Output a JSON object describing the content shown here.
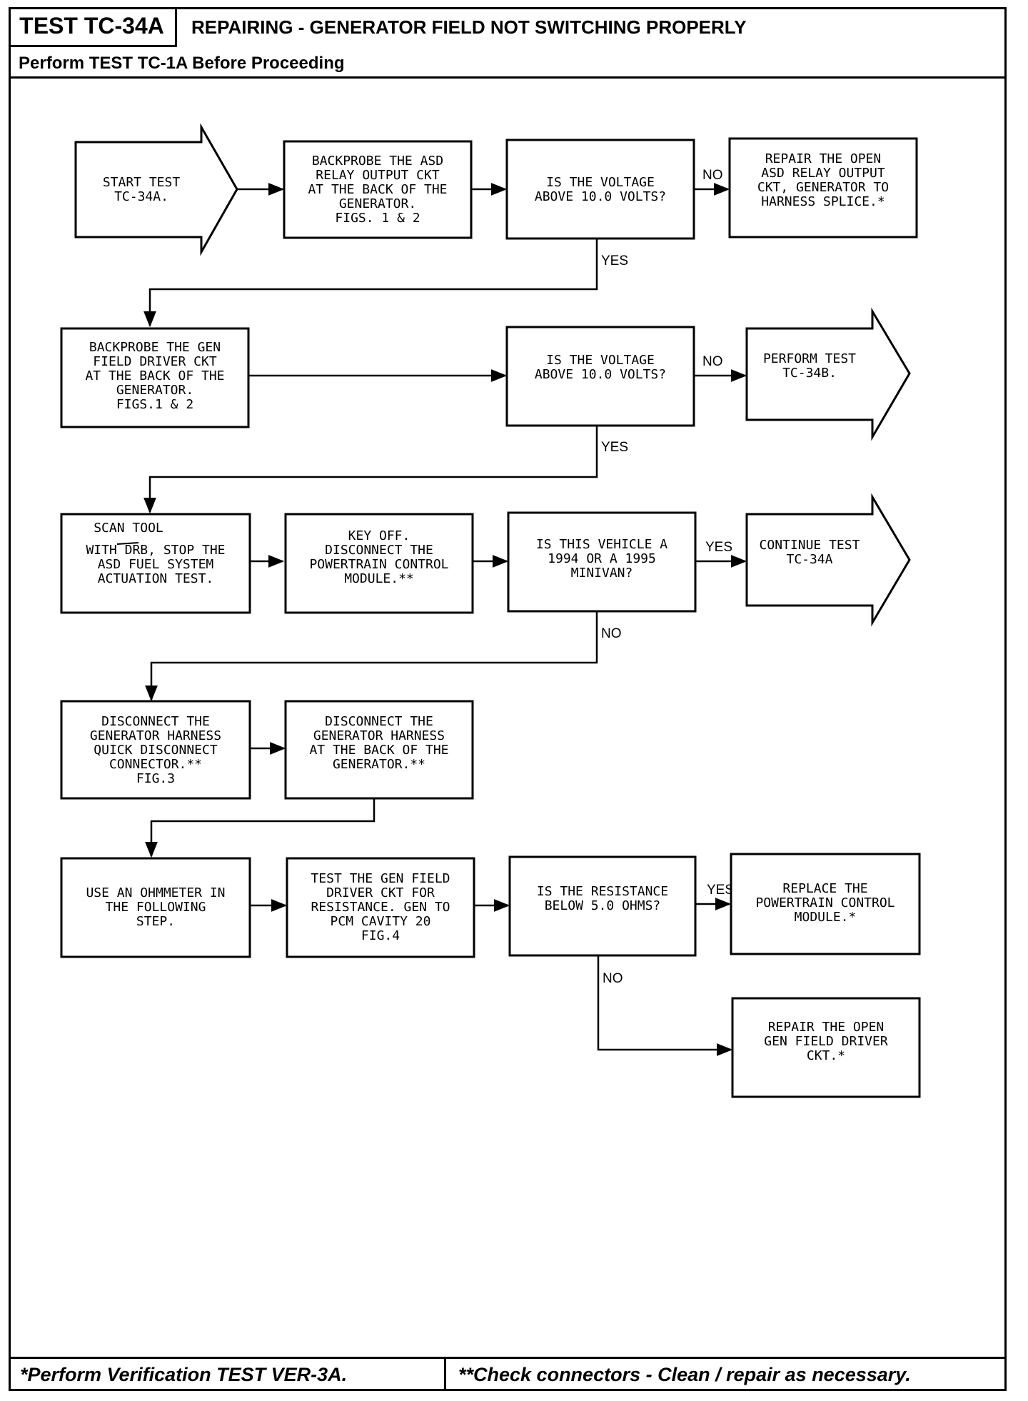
{
  "header": {
    "test_id": "TEST TC-34A",
    "title": "REPAIRING - GENERATOR FIELD NOT SWITCHING PROPERLY",
    "prerequisite": "Perform TEST TC-1A Before Proceeding"
  },
  "flowchart": {
    "start": [
      "START TEST",
      "TC-34A."
    ],
    "step1": [
      "BACKPROBE THE ASD",
      "RELAY OUTPUT CKT",
      "AT THE BACK OF THE",
      "GENERATOR.",
      "FIGS. 1 & 2"
    ],
    "q1": [
      "IS THE VOLTAGE",
      "ABOVE 10.0 VOLTS?"
    ],
    "q1_no": [
      "REPAIR THE OPEN",
      "ASD RELAY OUTPUT",
      "CKT, GENERATOR TO",
      "HARNESS SPLICE.*"
    ],
    "step2": [
      "BACKPROBE THE GEN",
      "FIELD DRIVER CKT",
      "AT THE BACK OF THE",
      "GENERATOR.",
      "FIGS.1 & 2"
    ],
    "q2": [
      "IS THE VOLTAGE",
      "ABOVE 10.0 VOLTS?"
    ],
    "q2_no": [
      "PERFORM TEST",
      "TC-34B."
    ],
    "step3_annotation": "SCAN TOOL",
    "step3": [
      "WITH DRB, STOP THE",
      "ASD FUEL SYSTEM",
      "ACTUATION TEST."
    ],
    "step4": [
      "KEY OFF.",
      "DISCONNECT THE",
      "POWERTRAIN CONTROL",
      "MODULE.**"
    ],
    "q3": [
      "IS THIS VEHICLE A",
      "1994 OR A 1995",
      "MINIVAN?"
    ],
    "q3_yes": [
      "CONTINUE TEST",
      "TC-34A"
    ],
    "step5": [
      "DISCONNECT THE",
      "GENERATOR HARNESS",
      "QUICK DISCONNECT",
      "CONNECTOR.**",
      "FIG.3"
    ],
    "step6": [
      "DISCONNECT THE",
      "GENERATOR HARNESS",
      "AT THE BACK OF THE",
      "GENERATOR.**"
    ],
    "step7": [
      "USE AN OHMMETER IN",
      "THE FOLLOWING",
      "STEP."
    ],
    "step8": [
      "TEST THE GEN FIELD",
      "DRIVER CKT FOR",
      "RESISTANCE. GEN TO",
      "PCM CAVITY 20",
      "FIG.4"
    ],
    "q4": [
      "IS THE RESISTANCE",
      "BELOW 5.0 OHMS?"
    ],
    "q4_yes": [
      "REPLACE THE",
      "POWERTRAIN CONTROL",
      "MODULE.*"
    ],
    "q4_no": [
      "REPAIR THE OPEN",
      "GEN FIELD DRIVER",
      "CKT.*"
    ],
    "labels": {
      "yes": "YES",
      "no": "NO"
    }
  },
  "footer": {
    "note_single": "*Perform Verification TEST VER-3A.",
    "note_double": "**Check connectors - Clean / repair as necessary."
  }
}
